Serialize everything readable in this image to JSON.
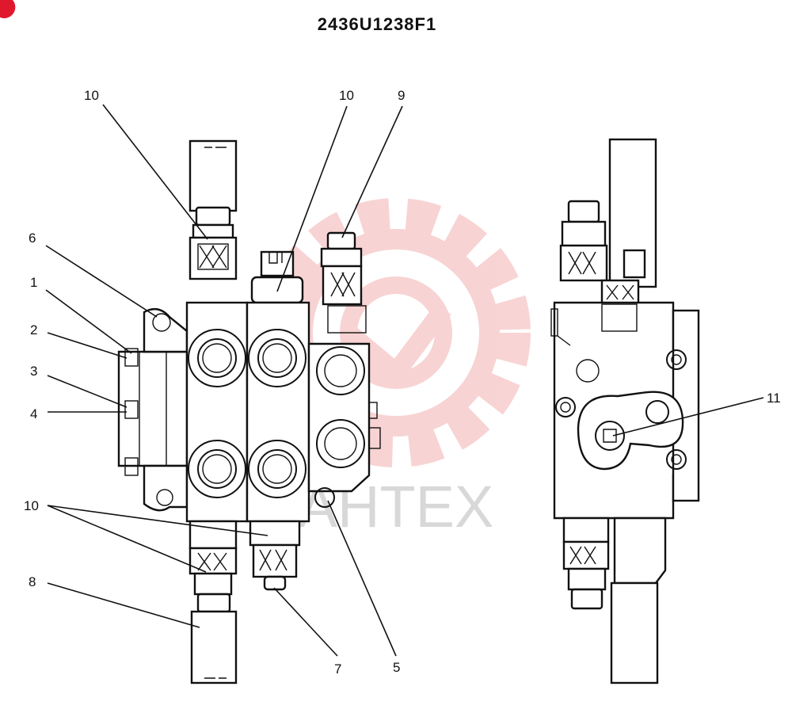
{
  "drawing": {
    "title": "2436U1238F1",
    "watermark": "AHTEX",
    "watermark_color": "#e23b3b",
    "corner_mark_color": "#e0182d",
    "callouts": {
      "c10a": "10",
      "c10b": "10",
      "c9": "9",
      "c6": "6",
      "c1": "1",
      "c2": "2",
      "c3": "3",
      "c4": "4",
      "c10c": "10",
      "c8": "8",
      "c7": "7",
      "c5": "5",
      "c11": "11"
    }
  }
}
